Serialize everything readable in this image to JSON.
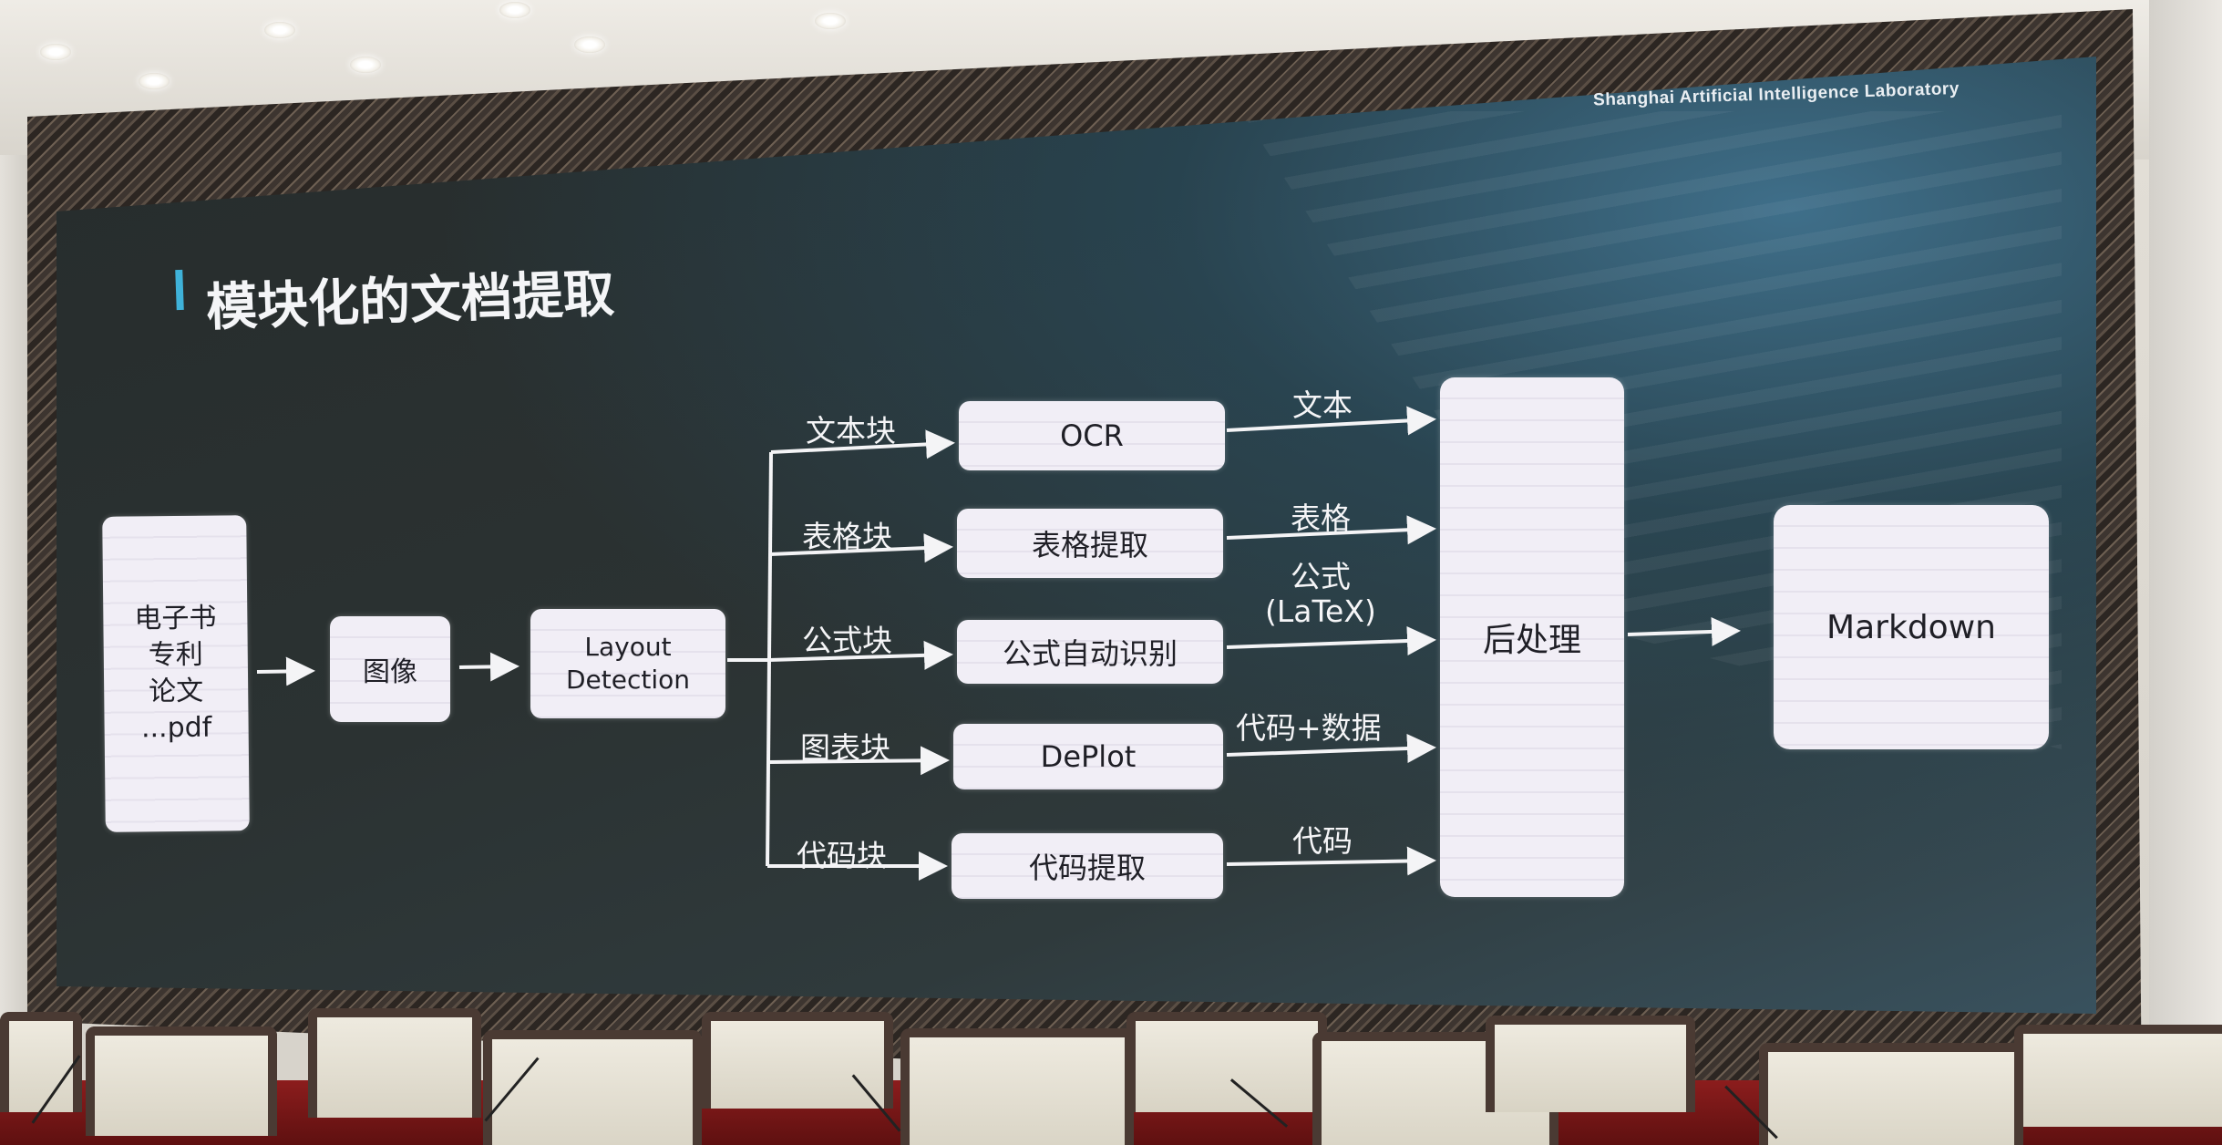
{
  "slide": {
    "lab_name": "Shanghai Artificial Intelligence Laboratory",
    "title": "模块化的文档提取",
    "input_doc": [
      "电子书",
      "专利",
      "论文",
      "...pdf"
    ],
    "image_box": "图像",
    "layout_box": [
      "Layout",
      "Detection"
    ],
    "branches": [
      {
        "block": "文本块",
        "module": "OCR",
        "output": "文本"
      },
      {
        "block": "表格块",
        "module": "表格提取",
        "output": "表格"
      },
      {
        "block": "公式块",
        "module": "公式自动识别",
        "output": "公式\n(LaTeX)"
      },
      {
        "block": "图表块",
        "module": "DePlot",
        "output": "代码+数据"
      },
      {
        "block": "代码块",
        "module": "代码提取",
        "output": "代码"
      }
    ],
    "post_process": "后处理",
    "final_output": "Markdown"
  },
  "colors": {
    "screen_bg": "#2b3232",
    "box_fill": "#f2eff7",
    "title_accent": "#3fb2d9",
    "text_light": "#f4f5f7",
    "seat_red": "#8c1d1d"
  }
}
